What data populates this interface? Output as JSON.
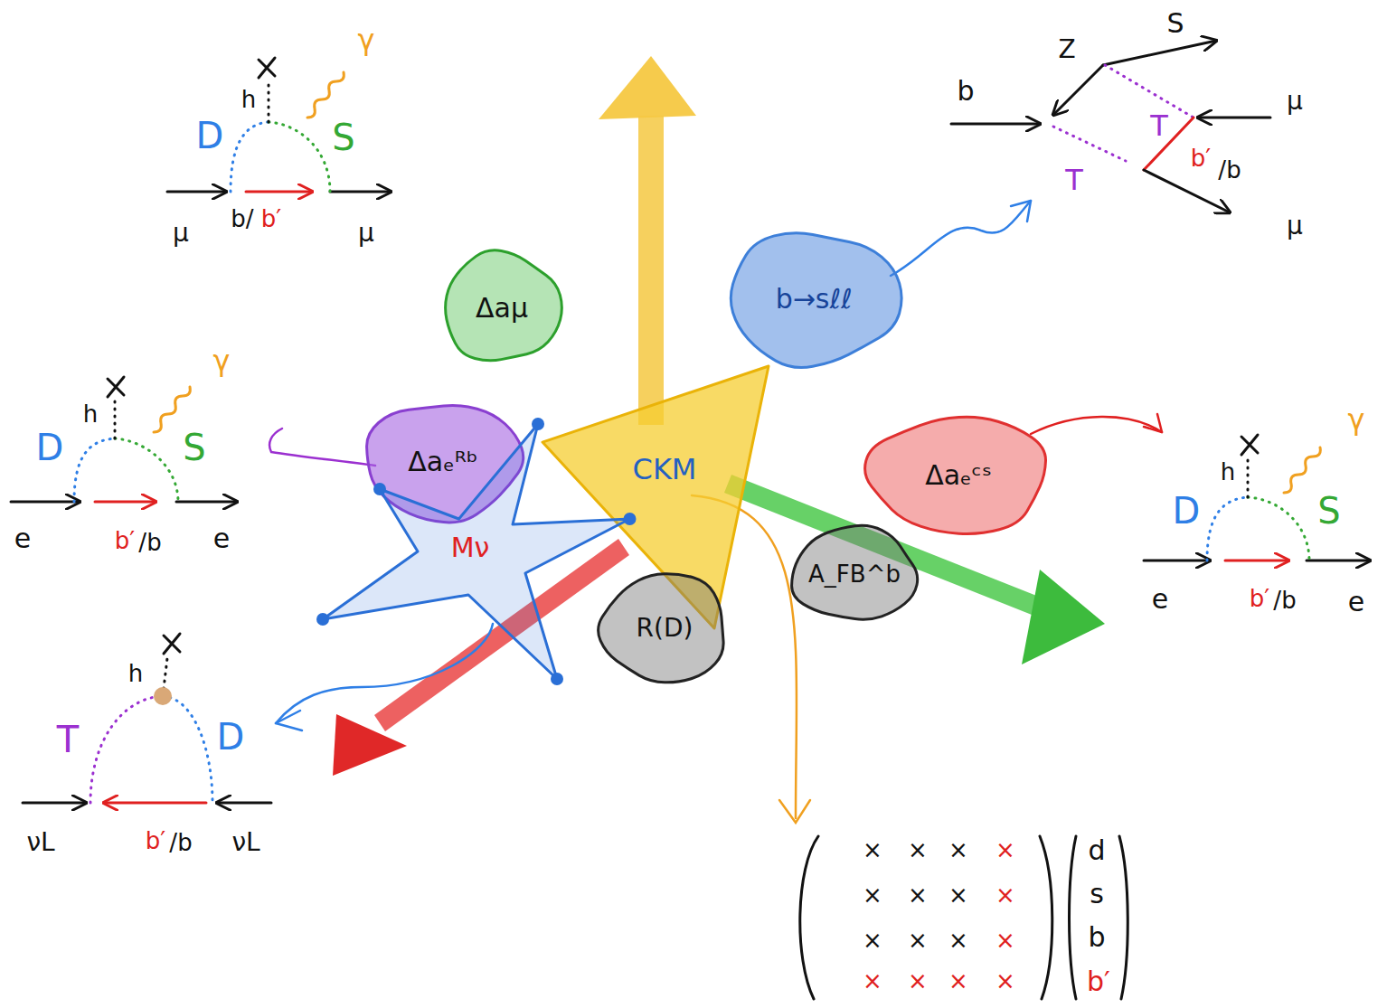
{
  "diagram": {
    "nodes": [
      {
        "text": [
          "Δaμ"
        ]
      },
      {
        "text": [
          "b→sℓℓ"
        ]
      },
      {
        "text": [
          "Δaₑᴿᵇ"
        ]
      },
      {
        "text": [
          "Δaₑᶜˢ"
        ]
      },
      {
        "text": [
          "CKM"
        ]
      },
      {
        "text": [
          "Mν"
        ]
      },
      {
        "text": [
          "R(D)"
        ]
      },
      {
        "text": [
          "A_FB^b"
        ]
      }
    ],
    "labels": [
      "γ",
      "h",
      "D",
      "S",
      "μ",
      "b/",
      "b′",
      "μ",
      "b",
      "Z",
      "S",
      "T",
      "T",
      "μ",
      "b′",
      "/b",
      "μ",
      "γ",
      "h",
      "D",
      "S",
      "e",
      "b′",
      "/b",
      "e",
      "γ",
      "h",
      "D",
      "S",
      "e",
      "b′",
      "/b",
      "e",
      "h",
      "T",
      "D",
      "νL",
      "b′",
      "/b",
      "νL",
      "×",
      "×",
      "×",
      "×",
      "×",
      "×",
      "×",
      "×",
      "×",
      "×",
      "×",
      "×",
      "×",
      "×",
      "×",
      "×",
      "d",
      "s",
      "b",
      "b′"
    ]
  }
}
